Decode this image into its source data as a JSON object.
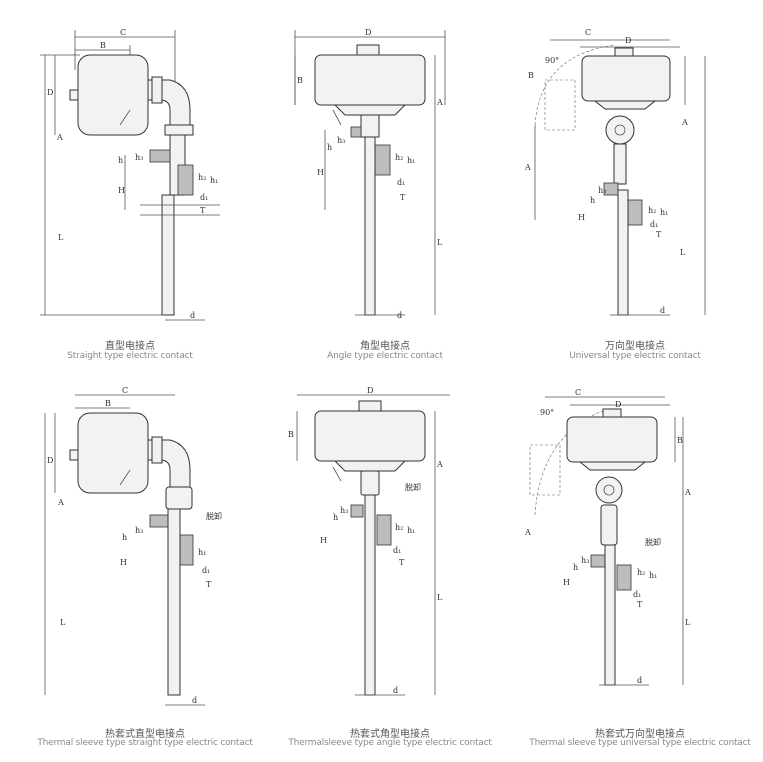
{
  "panels": [
    {
      "zh": "直型电接点",
      "en": "Straight type electric contact"
    },
    {
      "zh": "角型电接点",
      "en": "Angle type electric contact"
    },
    {
      "zh": "万向型电接点",
      "en": "Universal type electric contact"
    },
    {
      "zh": "热套式直型电接点",
      "en": "Thermal sleeve type straight type electric contact"
    },
    {
      "zh": "热套式角型电接点",
      "en": "Thermalsleeve type angle type electric contact"
    },
    {
      "zh": "热套式万向型电接点",
      "en": "Thermal sleeve type universal type electric contact"
    }
  ],
  "dims": {
    "A": "A",
    "B": "B",
    "C": "C",
    "D": "D",
    "H": "H",
    "L": "L",
    "T": "T",
    "d": "d",
    "d1": "d₁",
    "h": "h",
    "h1": "h₁",
    "h2": "h₂",
    "h3": "h₃",
    "deg90": "90°",
    "remove": "脱卸"
  }
}
